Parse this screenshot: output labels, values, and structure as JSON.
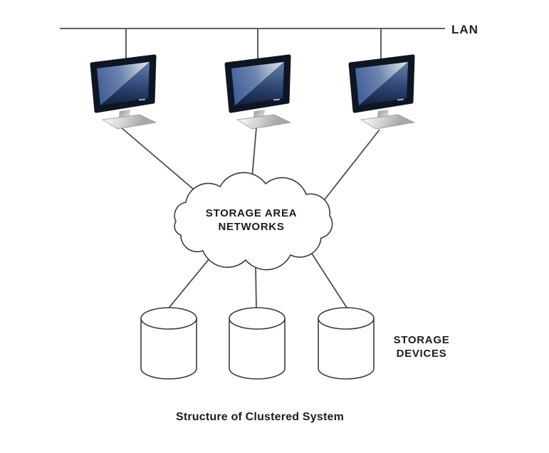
{
  "diagram": {
    "caption": "Structure of Clustered System",
    "lan": {
      "label": "LAN"
    },
    "san_cloud": {
      "label_line1": "STORAGE AREA",
      "label_line2": "NETWORKS"
    },
    "storage": {
      "label_line1": "STORAGE",
      "label_line2": "DEVICES",
      "device_count": 3
    },
    "computers": {
      "count": 3
    },
    "icons": {
      "computer": "desktop-monitor-icon",
      "network": "cloud-icon",
      "storage_device": "database-cylinder-icon"
    },
    "colors": {
      "background": "#ffffff",
      "line": "#4d4d4d",
      "outline": "#3b3b3b",
      "text": "#1d1d1d",
      "bezel": "#0e1624",
      "screen_light": "#4f6ca3",
      "screen_dark": "#121f38",
      "stand_gray": "#c6c6c6"
    }
  }
}
